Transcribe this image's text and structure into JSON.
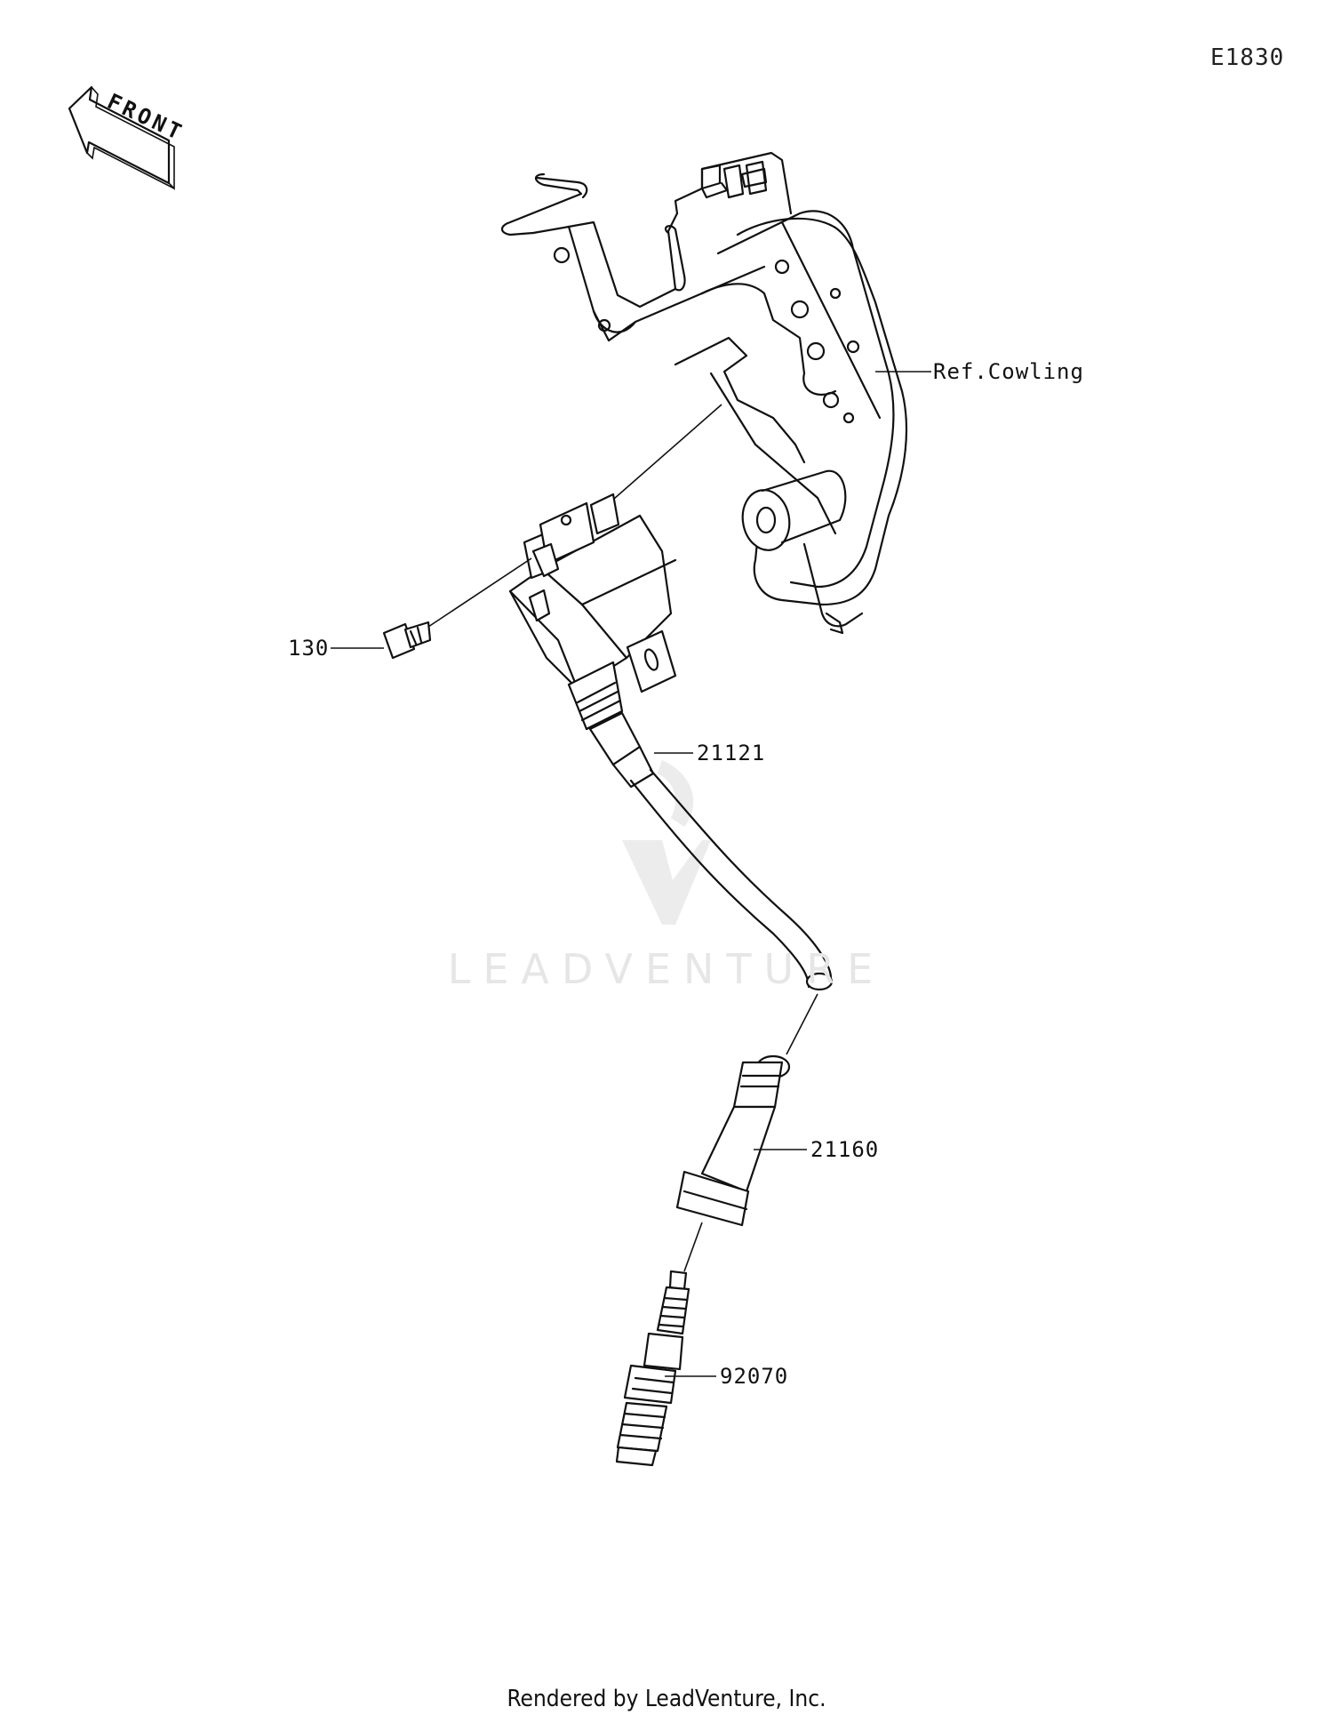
{
  "diagram_code": "E1830",
  "front_label": "FRONT",
  "callouts": {
    "ref_cowling": "Ref.Cowling",
    "bolt": "130",
    "ignition_coil": "21121",
    "plug_cap": "21160",
    "spark_plug": "92070"
  },
  "watermark": "LEADVENTURE",
  "footer": "Rendered by LeadVenture, Inc."
}
